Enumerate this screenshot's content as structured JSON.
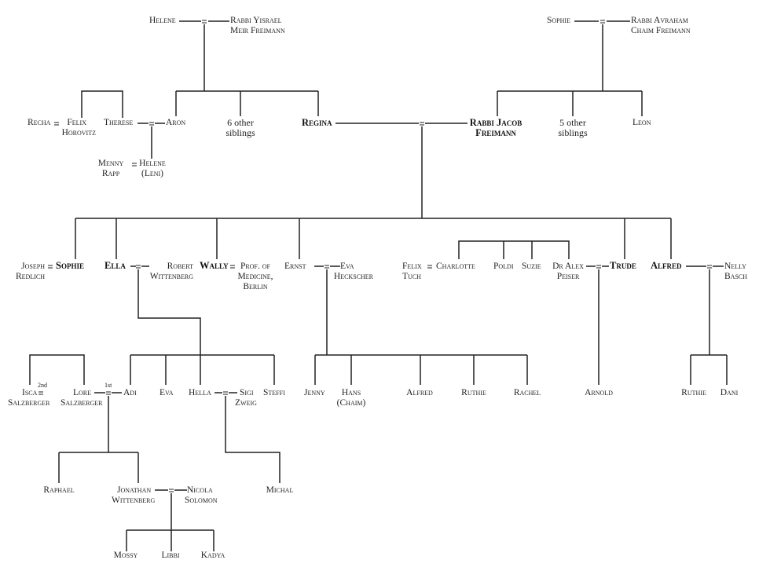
{
  "title": "Freimann family tree",
  "people": {
    "helene_top": [
      "Helene"
    ],
    "rabbi_yisrael": [
      "Rabbi Yisrael",
      "Meir Freimann"
    ],
    "sophie_top": [
      "Sophie"
    ],
    "rabbi_avraham": [
      "Rabbi Avraham",
      "Chaim Freimann"
    ],
    "recha": [
      "Recha"
    ],
    "felix_horovitz": [
      "Felix",
      "Horovitz"
    ],
    "therese": [
      "Therese"
    ],
    "aron": [
      "Aron"
    ],
    "six_siblings": [
      "6 other",
      "siblings"
    ],
    "regina": [
      "Regina"
    ],
    "rabbi_jacob": [
      "Rabbi Jacob",
      "Freimann"
    ],
    "five_siblings": [
      "5 other",
      "siblings"
    ],
    "leon": [
      "Leon"
    ],
    "menny_rapp": [
      "Menny",
      "Rapp"
    ],
    "helene_leni": [
      "Helene",
      "(Leni)"
    ],
    "joseph_redlich": [
      "Joseph",
      "Redlich"
    ],
    "sophie": [
      "Sophie"
    ],
    "ella": [
      "Ella"
    ],
    "robert_wittenberg": [
      "Robert",
      "Wittenberg"
    ],
    "wally": [
      "Wally"
    ],
    "prof_medicine": [
      "Prof. of",
      "Medicine,",
      "Berlin"
    ],
    "ernst": [
      "Ernst"
    ],
    "eva_heckscher": [
      "Eva",
      "Heckscher"
    ],
    "felix_tuch": [
      "Felix",
      "Tuch"
    ],
    "charlotte": [
      "Charlotte"
    ],
    "poldi": [
      "Poldi"
    ],
    "suzie": [
      "Suzie"
    ],
    "dr_alex_peiser": [
      "Dr Alex",
      "Peiser"
    ],
    "trude": [
      "Trude"
    ],
    "alfred": [
      "Alfred"
    ],
    "nelly_basch": [
      "Nelly",
      "Basch"
    ],
    "isca_salzberger": [
      "Isca",
      "Salzberger"
    ],
    "lore_salzberger": [
      "Lore",
      "Salzberger"
    ],
    "adi": [
      "Adi"
    ],
    "eva": [
      "Eva"
    ],
    "hella": [
      "Hella"
    ],
    "sigi_zweig": [
      "Sigi",
      "Zweig"
    ],
    "steffi": [
      "Steffi"
    ],
    "jenny": [
      "Jenny"
    ],
    "hans_chaim": [
      "Hans",
      "(Chaim)"
    ],
    "alfred_jr": [
      "Alfred"
    ],
    "ruthie_e": [
      "Ruthie"
    ],
    "rachel": [
      "Rachel"
    ],
    "arnold": [
      "Arnold"
    ],
    "ruthie_a": [
      "Ruthie"
    ],
    "dani": [
      "Dani"
    ],
    "raphael": [
      "Raphael"
    ],
    "jonathan_wittenberg": [
      "Jonathan",
      "Wittenberg"
    ],
    "nicola_solomon": [
      "Nicola",
      "Solomon"
    ],
    "michal": [
      "Michal"
    ],
    "mossy": [
      "Mossy"
    ],
    "libbi": [
      "Libbi"
    ],
    "kadya": [
      "Kadya"
    ]
  },
  "marriage_notes": {
    "second": "2nd",
    "first": "1st"
  }
}
